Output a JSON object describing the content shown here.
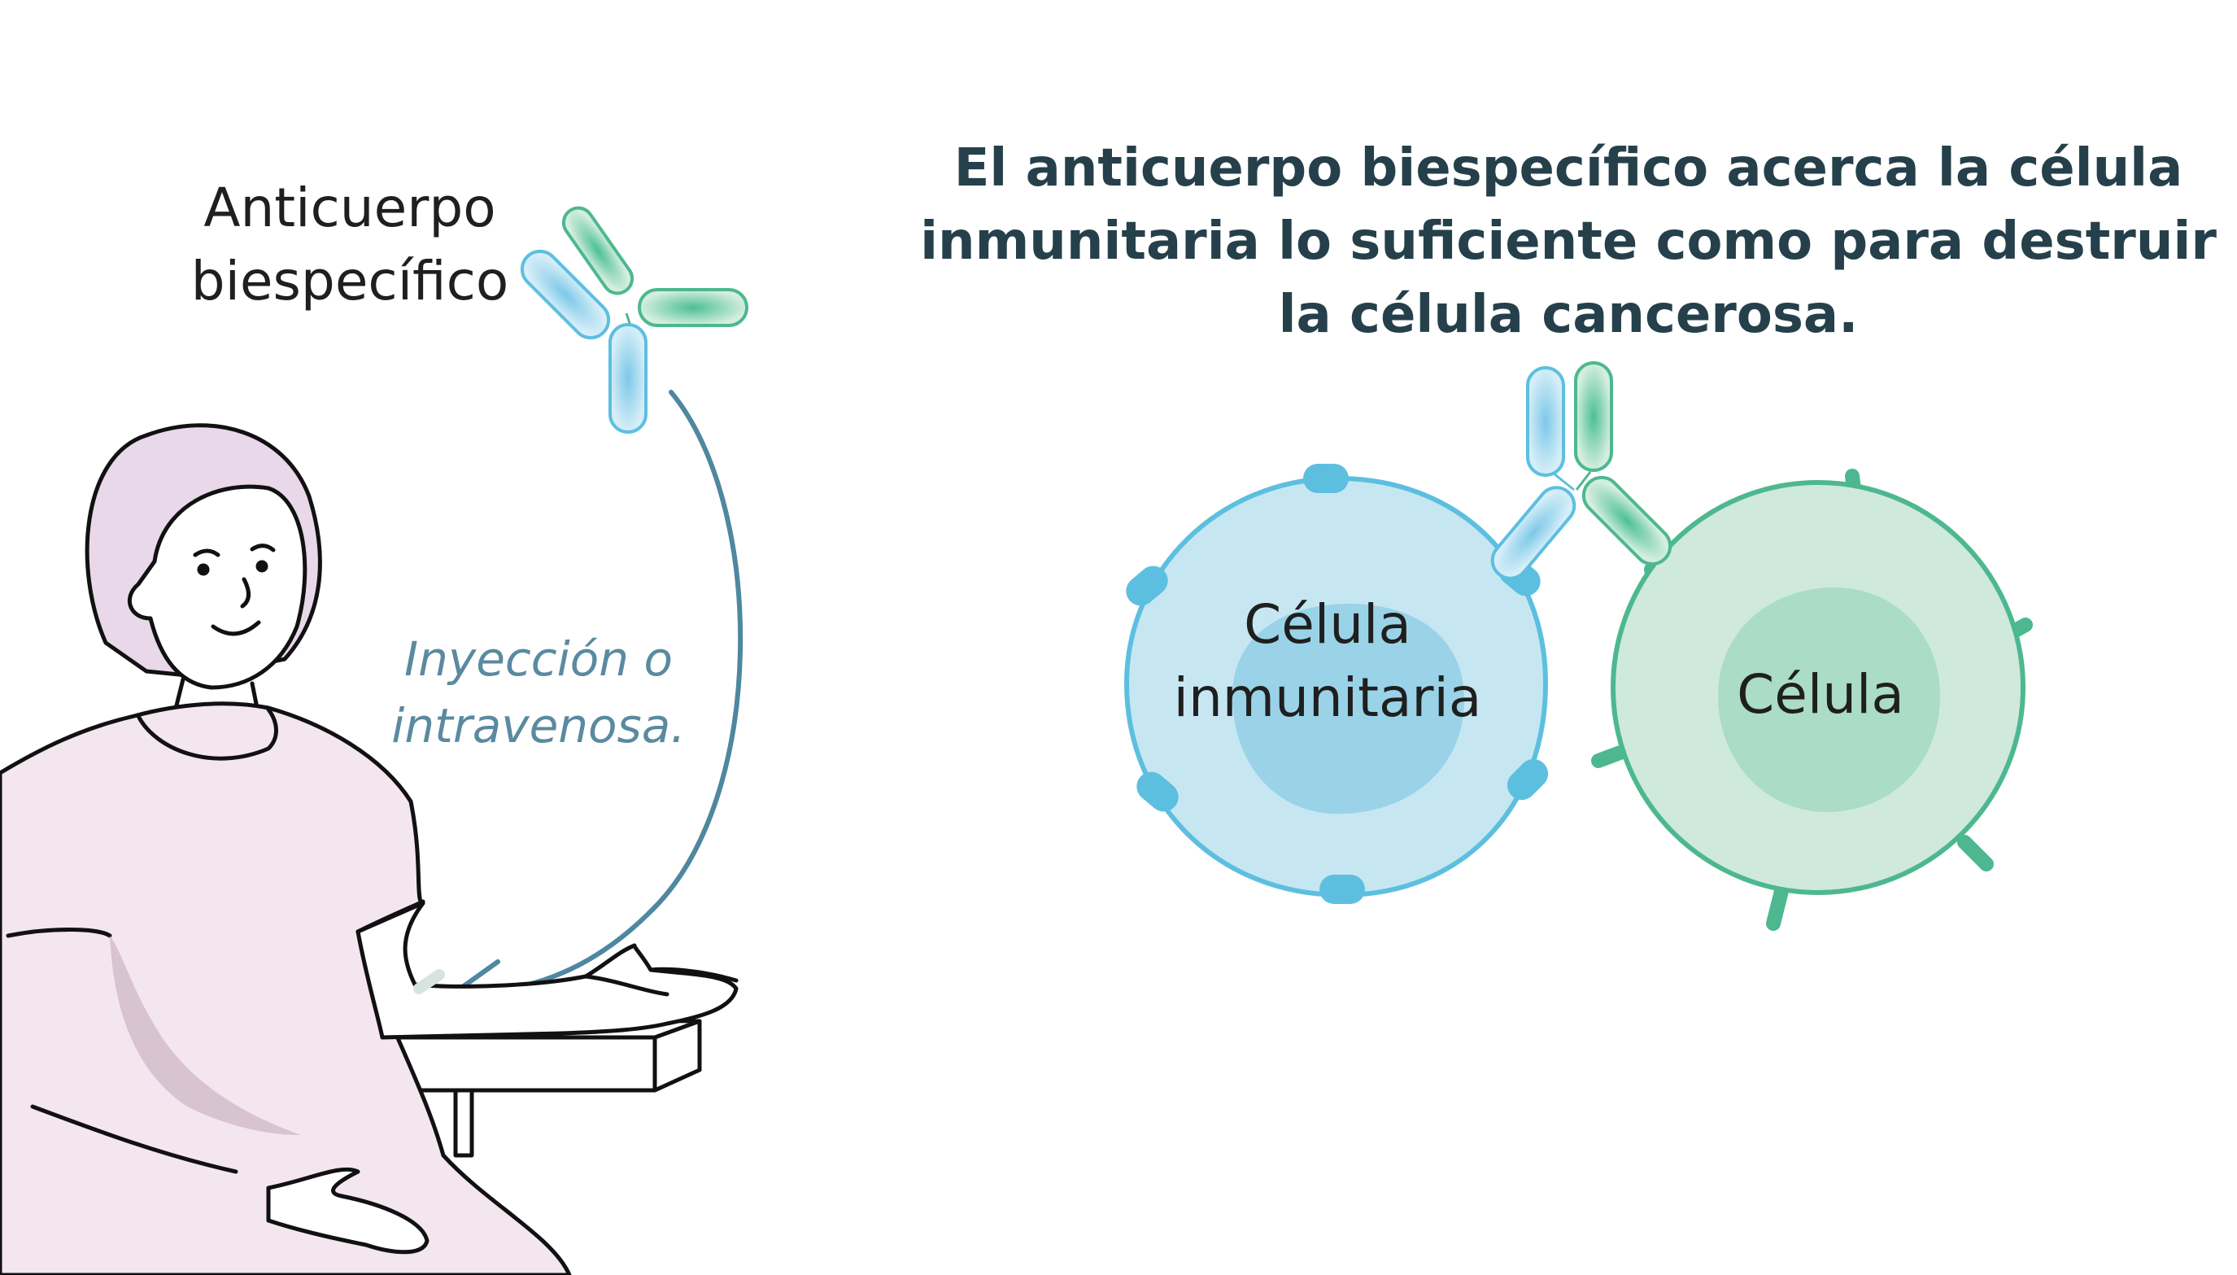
{
  "headline": {
    "line1": "El anticuerpo biespecífico acerca la célula",
    "line2": "inmunitaria lo suficiente como para destruir",
    "line3": "la célula cancerosa."
  },
  "antibody_label": {
    "line1": "Anticuerpo",
    "line2": "biespecífico"
  },
  "injection_label": {
    "line1": "Inyección o",
    "line2": "intravenosa."
  },
  "immune_cell_label": {
    "line1": "Célula",
    "line2": "inmunitaria"
  },
  "cancer_cell_label": "Célula",
  "colors": {
    "headline": "#25404a",
    "injection_text": "#5a8aa0",
    "immune_cell": "#c6e7f2",
    "immune_cell_outline": "#5dbfe0",
    "cancer_cell": "#cfe9dc",
    "cancer_cell_outline": "#4db890",
    "arrow": "#4f87a0",
    "hair": "#e8d8ea",
    "dress": "#f4e6ef"
  }
}
